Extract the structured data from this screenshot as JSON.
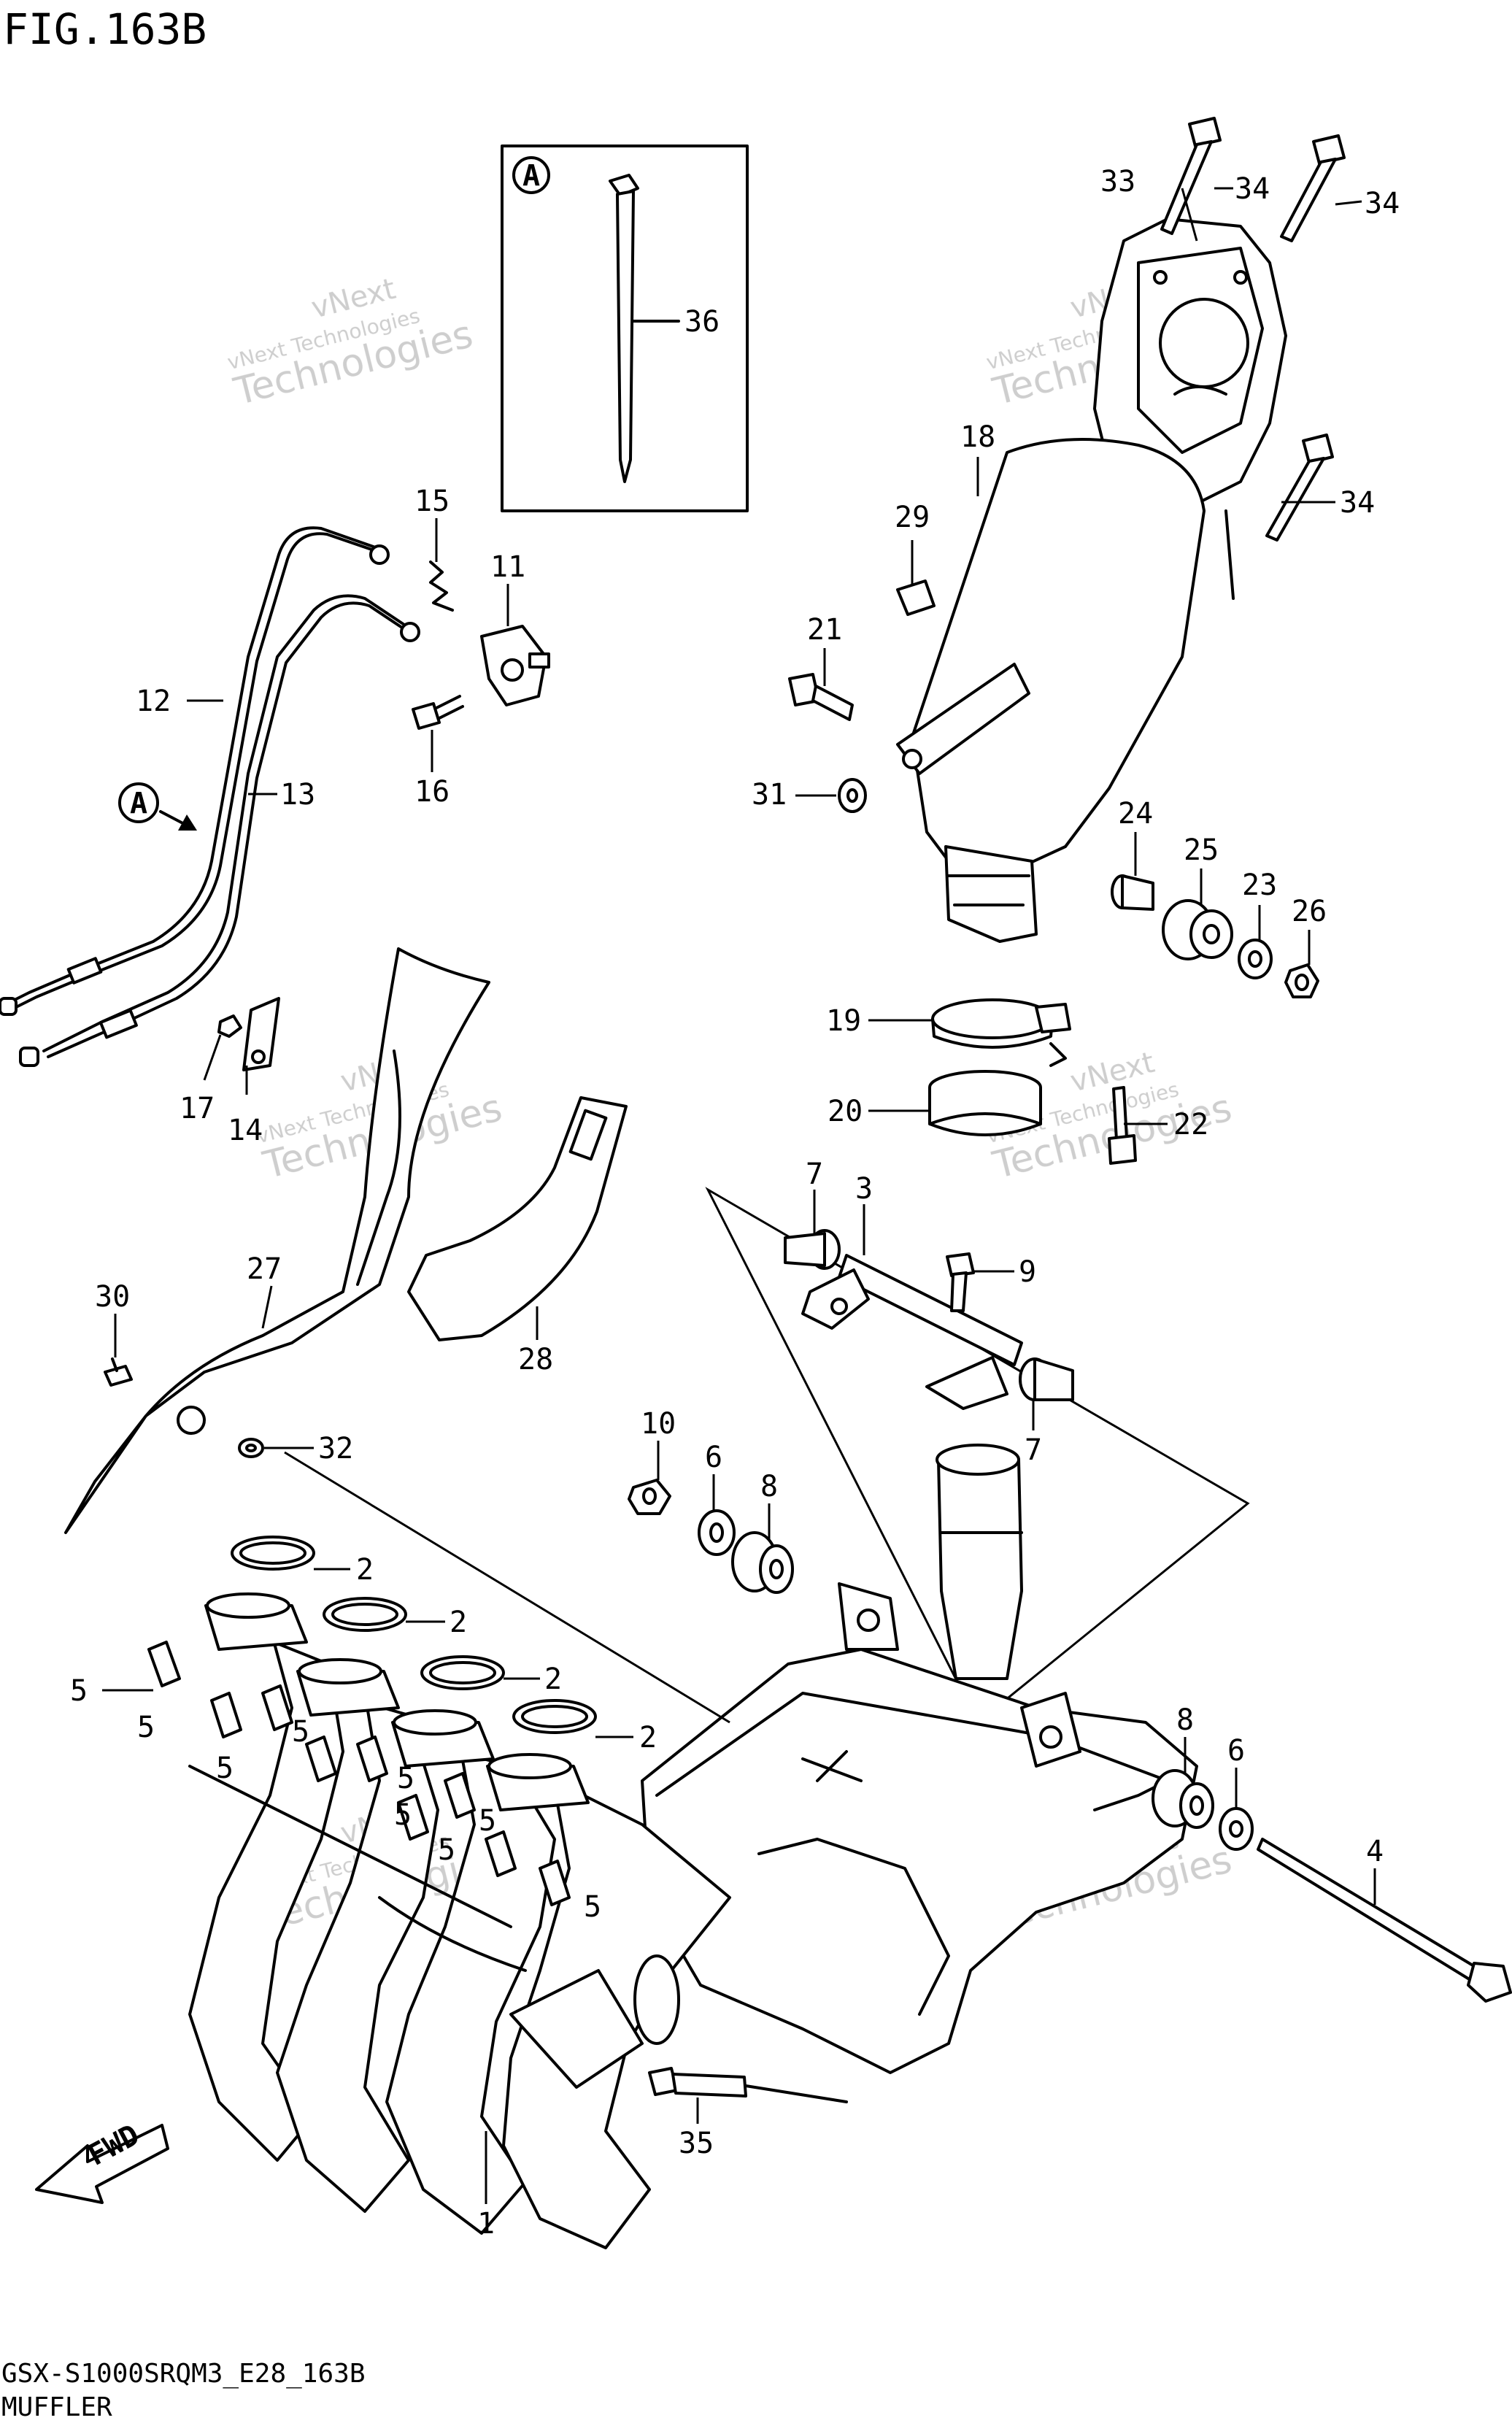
{
  "figure": {
    "title": "FIG.163B",
    "model_code": "GSX-S1000SRQM3_E28_163B",
    "section": "MUFFLER"
  },
  "inset": {
    "marker": "A",
    "part_label": "36"
  },
  "reference_arrow": {
    "marker": "A"
  },
  "direction_arrow": {
    "text": "FWD"
  },
  "watermark": {
    "line1": "vNext",
    "line2": "vNext Technologies",
    "line3": "Technologies"
  },
  "callouts": [
    "1",
    "2",
    "2",
    "2",
    "2",
    "3",
    "4",
    "5",
    "5",
    "5",
    "5",
    "5",
    "5",
    "5",
    "5",
    "5",
    "6",
    "6",
    "7",
    "7",
    "8",
    "8",
    "9",
    "10",
    "11",
    "12",
    "13",
    "14",
    "15",
    "16",
    "17",
    "18",
    "19",
    "20",
    "21",
    "22",
    "23",
    "24",
    "25",
    "26",
    "27",
    "28",
    "29",
    "30",
    "31",
    "32",
    "33",
    "34",
    "34",
    "34",
    "35"
  ]
}
